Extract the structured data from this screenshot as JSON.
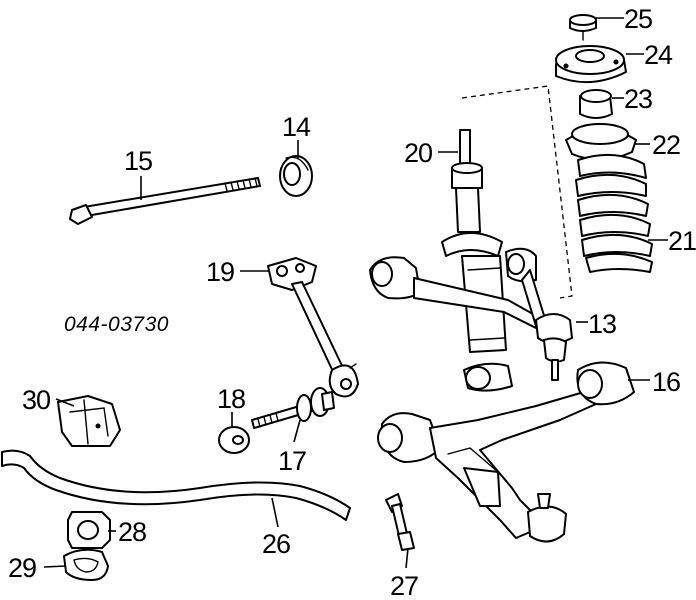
{
  "diagram": {
    "catalog_number": "044-03730",
    "callouts": {
      "p13": "13",
      "p14": "14",
      "p15": "15",
      "p16": "16",
      "p17": "17",
      "p18": "18",
      "p19": "19",
      "p20": "20",
      "p21": "21",
      "p22": "22",
      "p23": "23",
      "p24": "24",
      "p25": "25",
      "p26": "26",
      "p27": "27",
      "p28": "28",
      "p29": "29",
      "p30": "30"
    }
  }
}
